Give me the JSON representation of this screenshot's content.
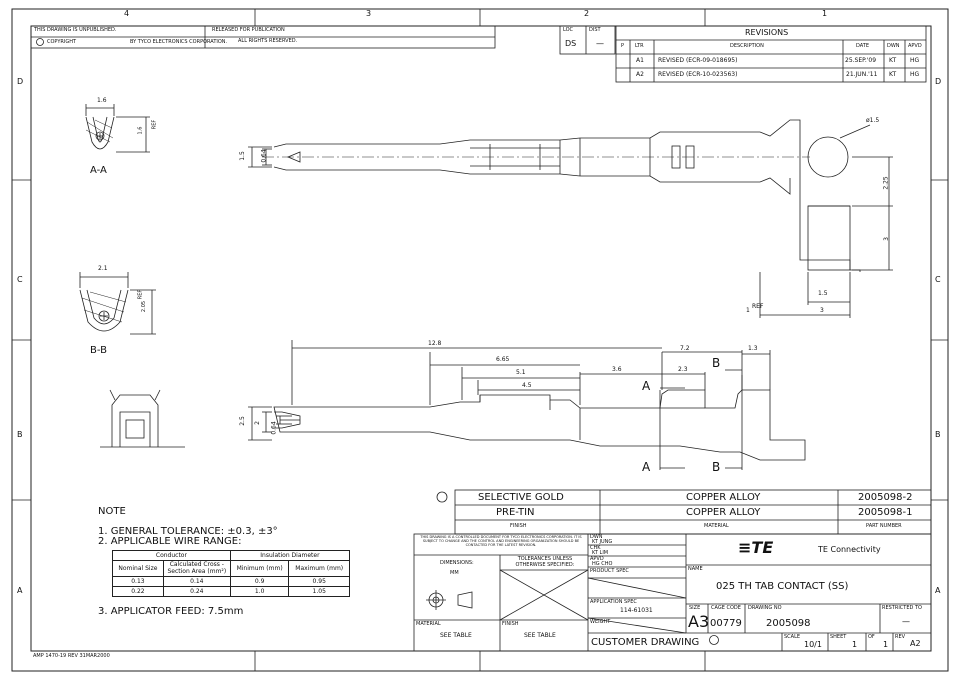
{
  "zones": {
    "top": [
      "4",
      "3",
      "2",
      "1"
    ],
    "side": [
      "D",
      "C",
      "B",
      "A"
    ]
  },
  "header": {
    "unpublished": "THIS DRAWING IS UNPUBLISHED.",
    "released": "RELEASED FOR PUBLICATION",
    "copyright": "COPYRIGHT",
    "by": "BY TYCO ELECTRONICS CORPORATION.",
    "rights": "ALL RIGHTS RESERVED."
  },
  "loc": {
    "loc_label": "LOC",
    "loc_value": "DS",
    "dist_label": "DIST",
    "dist_value": "—"
  },
  "revisions": {
    "title": "REVISIONS",
    "cols": [
      "P",
      "LTR",
      "DESCRIPTION",
      "DATE",
      "DWN",
      "APVD"
    ],
    "rows": [
      {
        "ltr": "A1",
        "desc": "REVISED (ECR-09-018695)",
        "date": "25.SEP.'09",
        "dwn": "KT",
        "apvd": "HG"
      },
      {
        "ltr": "A2",
        "desc": "REVISED (ECR-10-023563)",
        "date": "21.JUN.'11",
        "dwn": "KT",
        "apvd": "HG"
      }
    ]
  },
  "views": {
    "aa": "A-A",
    "bb": "B-B",
    "aa_w": "1.6",
    "aa_h": "1.6",
    "aa_ref": "REF",
    "bb_w": "2.1",
    "bb_h": "2.05",
    "bb_ref": "REF"
  },
  "top_view": {
    "h1": "1.5",
    "h2": "0.64",
    "dia": "ø1.5",
    "d225": "2.25",
    "d3v": "3",
    "d15": "1.5",
    "d3": "3",
    "ref1": "1",
    "ref": "REF"
  },
  "side_view": {
    "d128": "12.8",
    "d665": "6.65",
    "d51": "5.1",
    "d45": "4.5",
    "d72": "7.2",
    "d13": "1.3",
    "d36": "3.6",
    "d23": "2.3",
    "a": "A",
    "b": "B",
    "h25": "2.5",
    "h2": "2",
    "h064": "0.64"
  },
  "notes": {
    "title": "NOTE",
    "n1": "1. GENERAL TOLERANCE: ±0.3, ±3°",
    "n2": "2. APPLICABLE WIRE RANGE:",
    "n3": "3. APPLICATOR FEED: 7.5mm",
    "table": {
      "conductor": "Conductor",
      "insulation": "Insulation Diameter",
      "nominal": "Nominal Size",
      "calc": "Calculated Cross -Section Area (mm²)",
      "min": "Minimum (mm)",
      "max": "Maximum (mm)",
      "rows": [
        {
          "nom": "0.13",
          "area": "0.14",
          "min": "0.9",
          "max": "0.95"
        },
        {
          "nom": "0.22",
          "area": "0.24",
          "min": "1.0",
          "max": "1.05"
        }
      ]
    }
  },
  "parts": {
    "rows": [
      {
        "finish": "SELECTIVE GOLD",
        "material": "COPPER ALLOY",
        "part": "2005098-2"
      },
      {
        "finish": "PRE-TIN",
        "material": "COPPER ALLOY",
        "part": "2005098-1"
      }
    ],
    "finish_label": "FINISH",
    "material_label": "MATERIAL",
    "part_label": "PART NUMBER"
  },
  "title_block": {
    "notice": "THIS DRAWING IS A CONTROLLED DOCUMENT FOR TYCO ELECTRONICS CORPORATION. IT IS SUBJECT TO CHANGE AND THE CONTROL AND ENGINEERING ORGANIZATION SHOULD BE CONTACTED FOR THE LATEST REVISION.",
    "dimensions": "DIMENSIONS:",
    "mm": "MM",
    "tolerances": "TOLERANCES UNLESS OTHERWISE SPECIFIED:",
    "dwn": "DWN",
    "dwn_v": "KT JUNG",
    "chk": "CHK",
    "chk_v": "KT LIM",
    "apvd": "APVD",
    "apvd_v": "HG CHO",
    "product_spec": "PRODUCT SPEC",
    "application_spec": "APPLICATION SPEC",
    "app_spec_v": "114-61031",
    "weight": "WEIGHT",
    "material": "MATERIAL",
    "material_v": "SEE TABLE",
    "finish": "FINISH",
    "finish_v": "SEE TABLE",
    "customer": "CUSTOMER DRAWING",
    "logo": "≡TE",
    "company": "TE Connectivity",
    "name_label": "NAME",
    "name": "025 TH TAB CONTACT (SS)",
    "size_label": "SIZE",
    "size": "A3",
    "cage_label": "CAGE CODE",
    "cage": "00779",
    "dwg_label": "DRAWING NO",
    "dwg": "2005098",
    "restricted_label": "RESTRICTED TO",
    "restricted": "—",
    "scale_label": "SCALE",
    "scale": "10/1",
    "sheet_label": "SHEET",
    "sheet": "1",
    "of_label": "OF",
    "of": "1",
    "rev_label": "REV",
    "rev": "A2"
  },
  "footer": "AMP 1470-19 REV 31MAR2000"
}
